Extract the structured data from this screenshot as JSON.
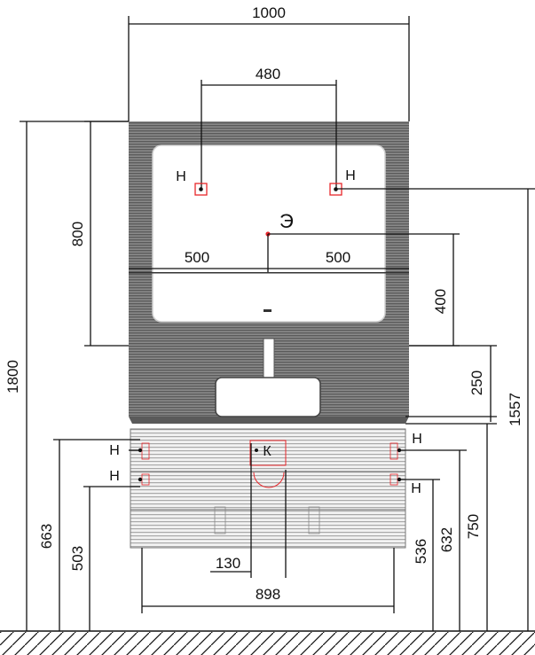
{
  "dimensions": {
    "width_top": "1000",
    "hook_spacing": "480",
    "half_left": "500",
    "half_right": "500",
    "total_height": "1800",
    "mirror_height": "800",
    "socket_offset": "400",
    "sink_height": "250",
    "top_hook_height": "1557",
    "cabinet_top_left": "663",
    "cabinet_lower_left": "503",
    "cabinet_lower_right": "536",
    "cabinet_upper_right": "632",
    "cabinet_top_right": "750",
    "pipe_offset": "130",
    "cabinet_width": "898"
  },
  "labels": {
    "hook": "Н",
    "electric": "Э",
    "water": "К"
  },
  "colors": {
    "hook_marker": "#e8262a",
    "line": "#111111",
    "frame": "#6f6f6f"
  }
}
